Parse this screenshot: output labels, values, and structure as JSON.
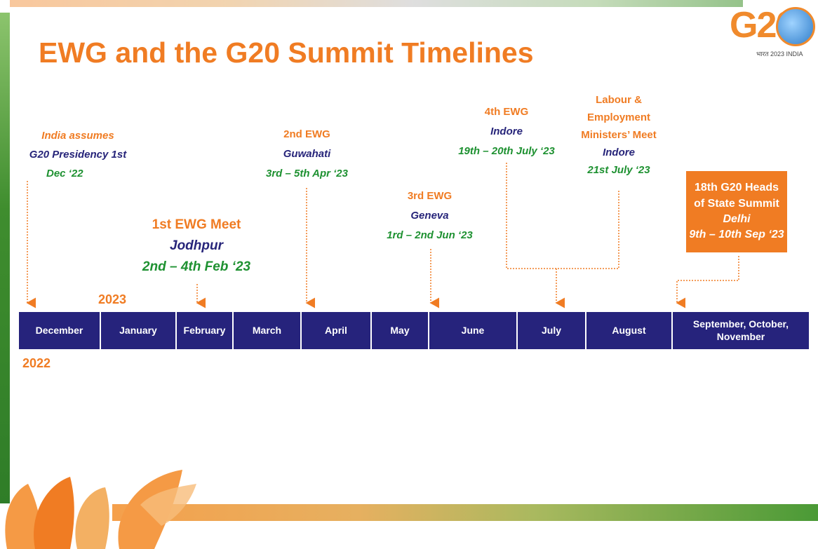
{
  "title": "EWG and the G20 Summit Timelines",
  "logo": {
    "text": "G20",
    "subtitle": "भारत 2023 INDIA"
  },
  "years": {
    "start": "2022",
    "next": "2023"
  },
  "months": [
    "December",
    "January",
    "February",
    "March",
    "April",
    "May",
    "June",
    "July",
    "August",
    "September, October, November"
  ],
  "events": {
    "india_assumes": {
      "line1": "India assumes",
      "line2": "G20 Presidency  1st",
      "line3": "Dec ‘22"
    },
    "ewg1": {
      "line1": "1st EWG Meet",
      "line2": "Jodhpur",
      "line3": "2nd – 4th  Feb ‘23"
    },
    "ewg2": {
      "line1": "2nd EWG",
      "line2": "Guwahati",
      "line3": "3rd – 5th  Apr ‘23"
    },
    "ewg3": {
      "line1": "3rd EWG",
      "line2": "Geneva",
      "line3": "1rd – 2nd  Jun ‘23"
    },
    "ewg4": {
      "line1": "4th EWG",
      "line2": "Indore",
      "line3": "19th – 20th July ‘23"
    },
    "labour": {
      "line1": "Labour &",
      "line2": "Employment",
      "line3": "Ministers’ Meet",
      "line4": "Indore",
      "line5": "21st July ‘23"
    },
    "summit": {
      "line1": "18th G20 Heads",
      "line2": "of State Summit",
      "line3": "Delhi",
      "line4": "9th – 10th Sep ‘23"
    }
  },
  "colors": {
    "orange": "#f07c23",
    "navy": "#26237c",
    "green": "#1e9131"
  }
}
